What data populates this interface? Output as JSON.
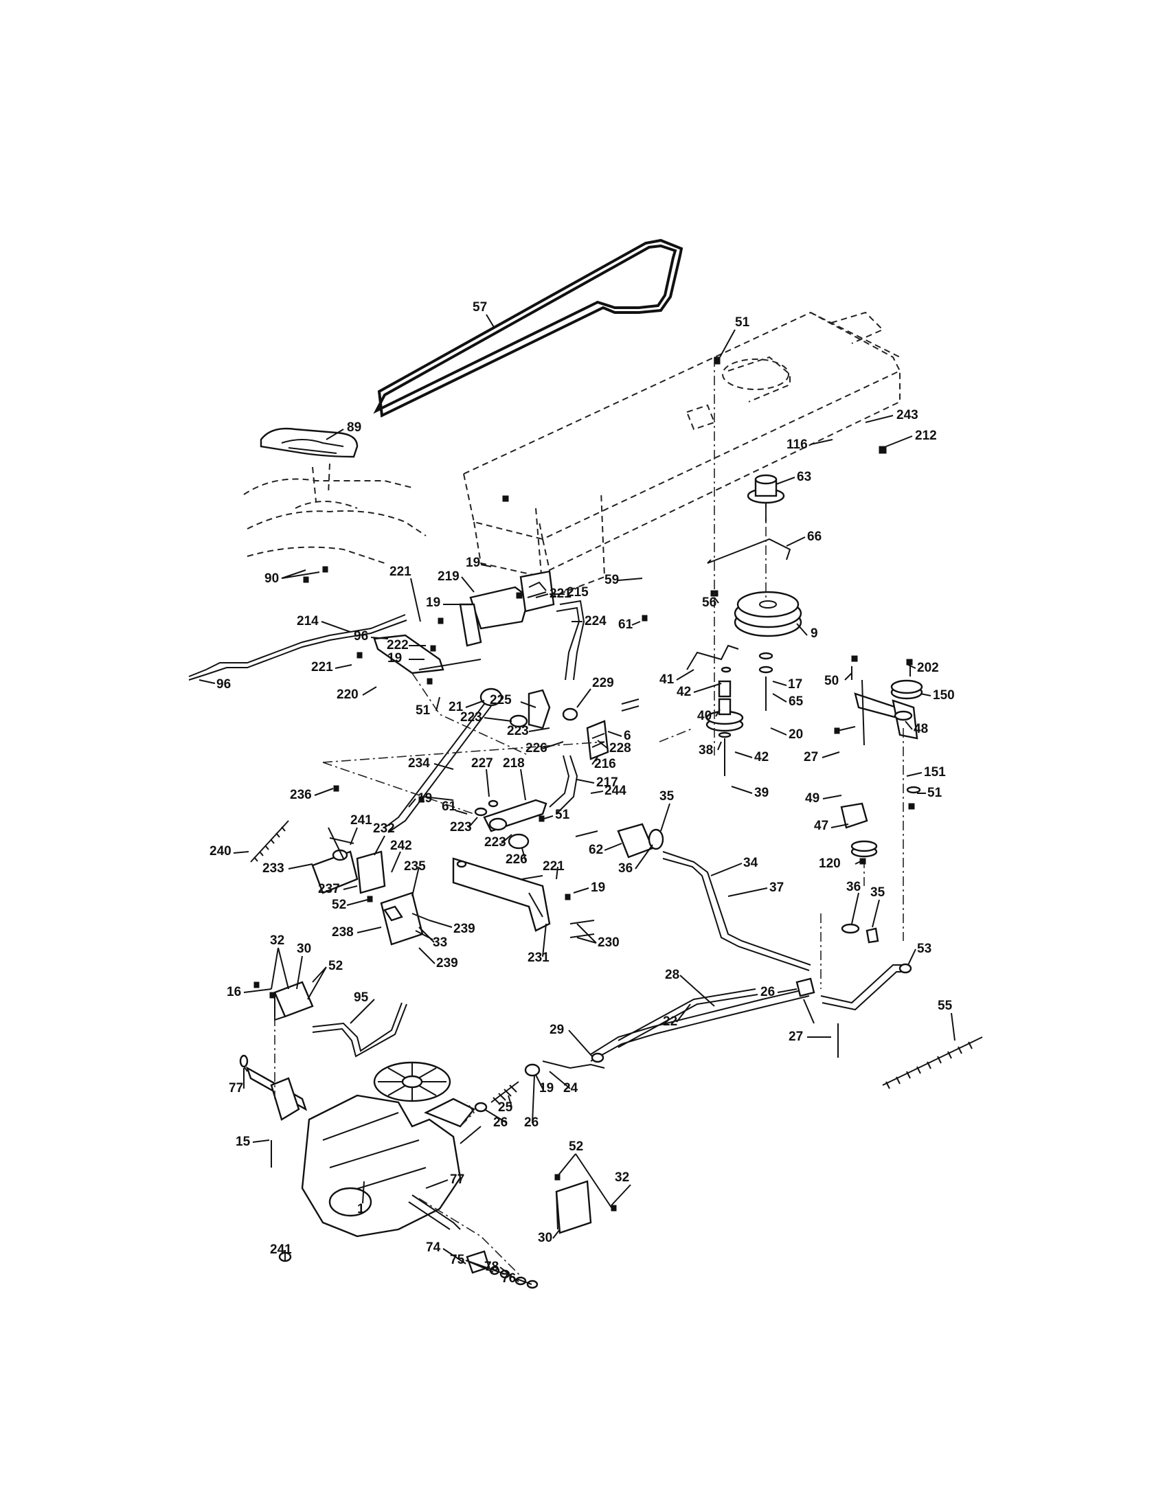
{
  "diagram": {
    "callouts": [
      {
        "text": "57"
      },
      {
        "text": "51"
      },
      {
        "text": "89"
      },
      {
        "text": "243"
      },
      {
        "text": "116"
      },
      {
        "text": "212"
      },
      {
        "text": "63"
      },
      {
        "text": "66"
      },
      {
        "text": "90"
      },
      {
        "text": "221"
      },
      {
        "text": "219"
      },
      {
        "text": "19"
      },
      {
        "text": "19"
      },
      {
        "text": "221"
      },
      {
        "text": "59"
      },
      {
        "text": "56"
      },
      {
        "text": "215"
      },
      {
        "text": "214"
      },
      {
        "text": "96"
      },
      {
        "text": "222"
      },
      {
        "text": "19"
      },
      {
        "text": "224"
      },
      {
        "text": "61"
      },
      {
        "text": "9"
      },
      {
        "text": "221"
      },
      {
        "text": "96"
      },
      {
        "text": "220"
      },
      {
        "text": "51"
      },
      {
        "text": "225"
      },
      {
        "text": "229"
      },
      {
        "text": "41"
      },
      {
        "text": "42"
      },
      {
        "text": "17"
      },
      {
        "text": "50"
      },
      {
        "text": "202"
      },
      {
        "text": "150"
      },
      {
        "text": "65"
      },
      {
        "text": "223"
      },
      {
        "text": "40"
      },
      {
        "text": "223"
      },
      {
        "text": "226"
      },
      {
        "text": "6"
      },
      {
        "text": "228"
      },
      {
        "text": "20"
      },
      {
        "text": "48"
      },
      {
        "text": "21"
      },
      {
        "text": "38"
      },
      {
        "text": "216"
      },
      {
        "text": "42"
      },
      {
        "text": "27"
      },
      {
        "text": "234"
      },
      {
        "text": "227"
      },
      {
        "text": "218"
      },
      {
        "text": "217"
      },
      {
        "text": "151"
      },
      {
        "text": "39"
      },
      {
        "text": "244"
      },
      {
        "text": "35"
      },
      {
        "text": "49"
      },
      {
        "text": "51"
      },
      {
        "text": "236"
      },
      {
        "text": "19"
      },
      {
        "text": "61"
      },
      {
        "text": "51"
      },
      {
        "text": "47"
      },
      {
        "text": "223"
      },
      {
        "text": "241"
      },
      {
        "text": "232"
      },
      {
        "text": "223"
      },
      {
        "text": "62"
      },
      {
        "text": "240"
      },
      {
        "text": "242"
      },
      {
        "text": "226"
      },
      {
        "text": "36"
      },
      {
        "text": "34"
      },
      {
        "text": "120"
      },
      {
        "text": "233"
      },
      {
        "text": "235"
      },
      {
        "text": "221"
      },
      {
        "text": "237"
      },
      {
        "text": "19"
      },
      {
        "text": "37"
      },
      {
        "text": "36"
      },
      {
        "text": "35"
      },
      {
        "text": "52"
      },
      {
        "text": "239"
      },
      {
        "text": "238"
      },
      {
        "text": "33"
      },
      {
        "text": "230"
      },
      {
        "text": "32"
      },
      {
        "text": "30"
      },
      {
        "text": "239"
      },
      {
        "text": "231"
      },
      {
        "text": "53"
      },
      {
        "text": "52"
      },
      {
        "text": "28"
      },
      {
        "text": "16"
      },
      {
        "text": "26"
      },
      {
        "text": "95"
      },
      {
        "text": "22"
      },
      {
        "text": "55"
      },
      {
        "text": "29"
      },
      {
        "text": "27"
      },
      {
        "text": "77"
      },
      {
        "text": "25"
      },
      {
        "text": "19"
      },
      {
        "text": "24"
      },
      {
        "text": "26"
      },
      {
        "text": "26"
      },
      {
        "text": "15"
      },
      {
        "text": "52"
      },
      {
        "text": "77"
      },
      {
        "text": "32"
      },
      {
        "text": "1"
      },
      {
        "text": "30"
      },
      {
        "text": "241"
      },
      {
        "text": "74"
      },
      {
        "text": "75"
      },
      {
        "text": "78"
      },
      {
        "text": "76"
      }
    ]
  }
}
